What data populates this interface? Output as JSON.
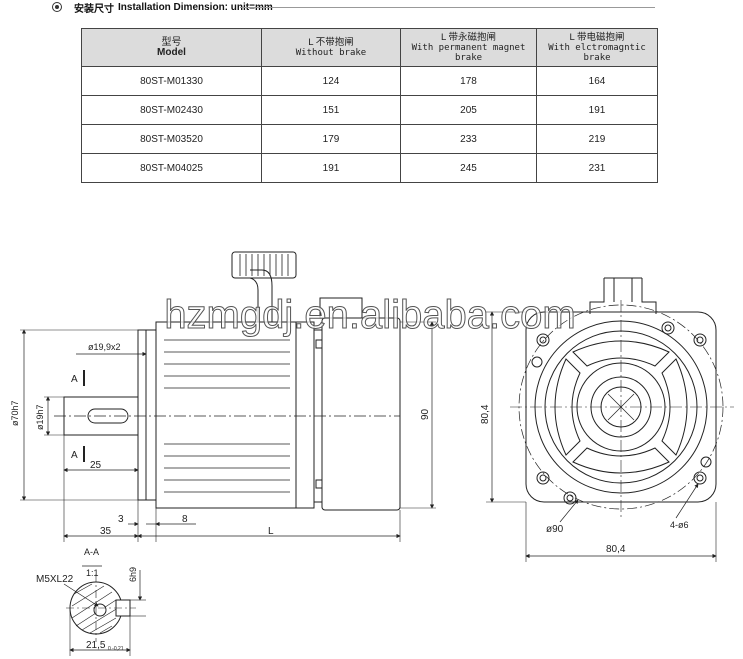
{
  "header": {
    "title_cn": "安装尺寸",
    "title_en": "Installation Dimension:  unit=mm"
  },
  "table": {
    "headers": [
      {
        "cn": "型号",
        "en": "Model"
      },
      {
        "cn": "L 不带抱闸",
        "en": "Without brake"
      },
      {
        "cn": "L 带永磁抱闸",
        "en": "With permanent magnet brake"
      },
      {
        "cn": "L 带电磁抱闸",
        "en": "With elctromagntic brake"
      }
    ],
    "rows": [
      [
        "80ST-M01330",
        "124",
        "178",
        "164"
      ],
      [
        "80ST-M02430",
        "151",
        "205",
        "191"
      ],
      [
        "80ST-M03520",
        "179",
        "233",
        "219"
      ],
      [
        "80ST-M04025",
        "191",
        "245",
        "231"
      ]
    ]
  },
  "watermark": "hzmgdj.en.alibaba.com",
  "side_view": {
    "dim_19_9x2": "ø19,9x2",
    "dim_70h7": "ø70h7",
    "dim_19h7": "ø19h7",
    "section_mark_top": "A",
    "section_mark_bottom": "A",
    "dim_25": "25",
    "dim_3": "3",
    "dim_8": "8",
    "dim_35": "35",
    "dim_L": "L",
    "dim_90": "90"
  },
  "front_view": {
    "dim_80_4_vertical": "80,4",
    "dim_90_dia": "ø90",
    "dim_holes": "4-ø6",
    "dim_80_4_horizontal": "80,4"
  },
  "section_view": {
    "title": "A-A",
    "scale": "1:1",
    "thread": "M5XL22",
    "dim_6h9": "6h9",
    "dim_21_5": "21,5",
    "tolerance": "0 -0,21"
  }
}
